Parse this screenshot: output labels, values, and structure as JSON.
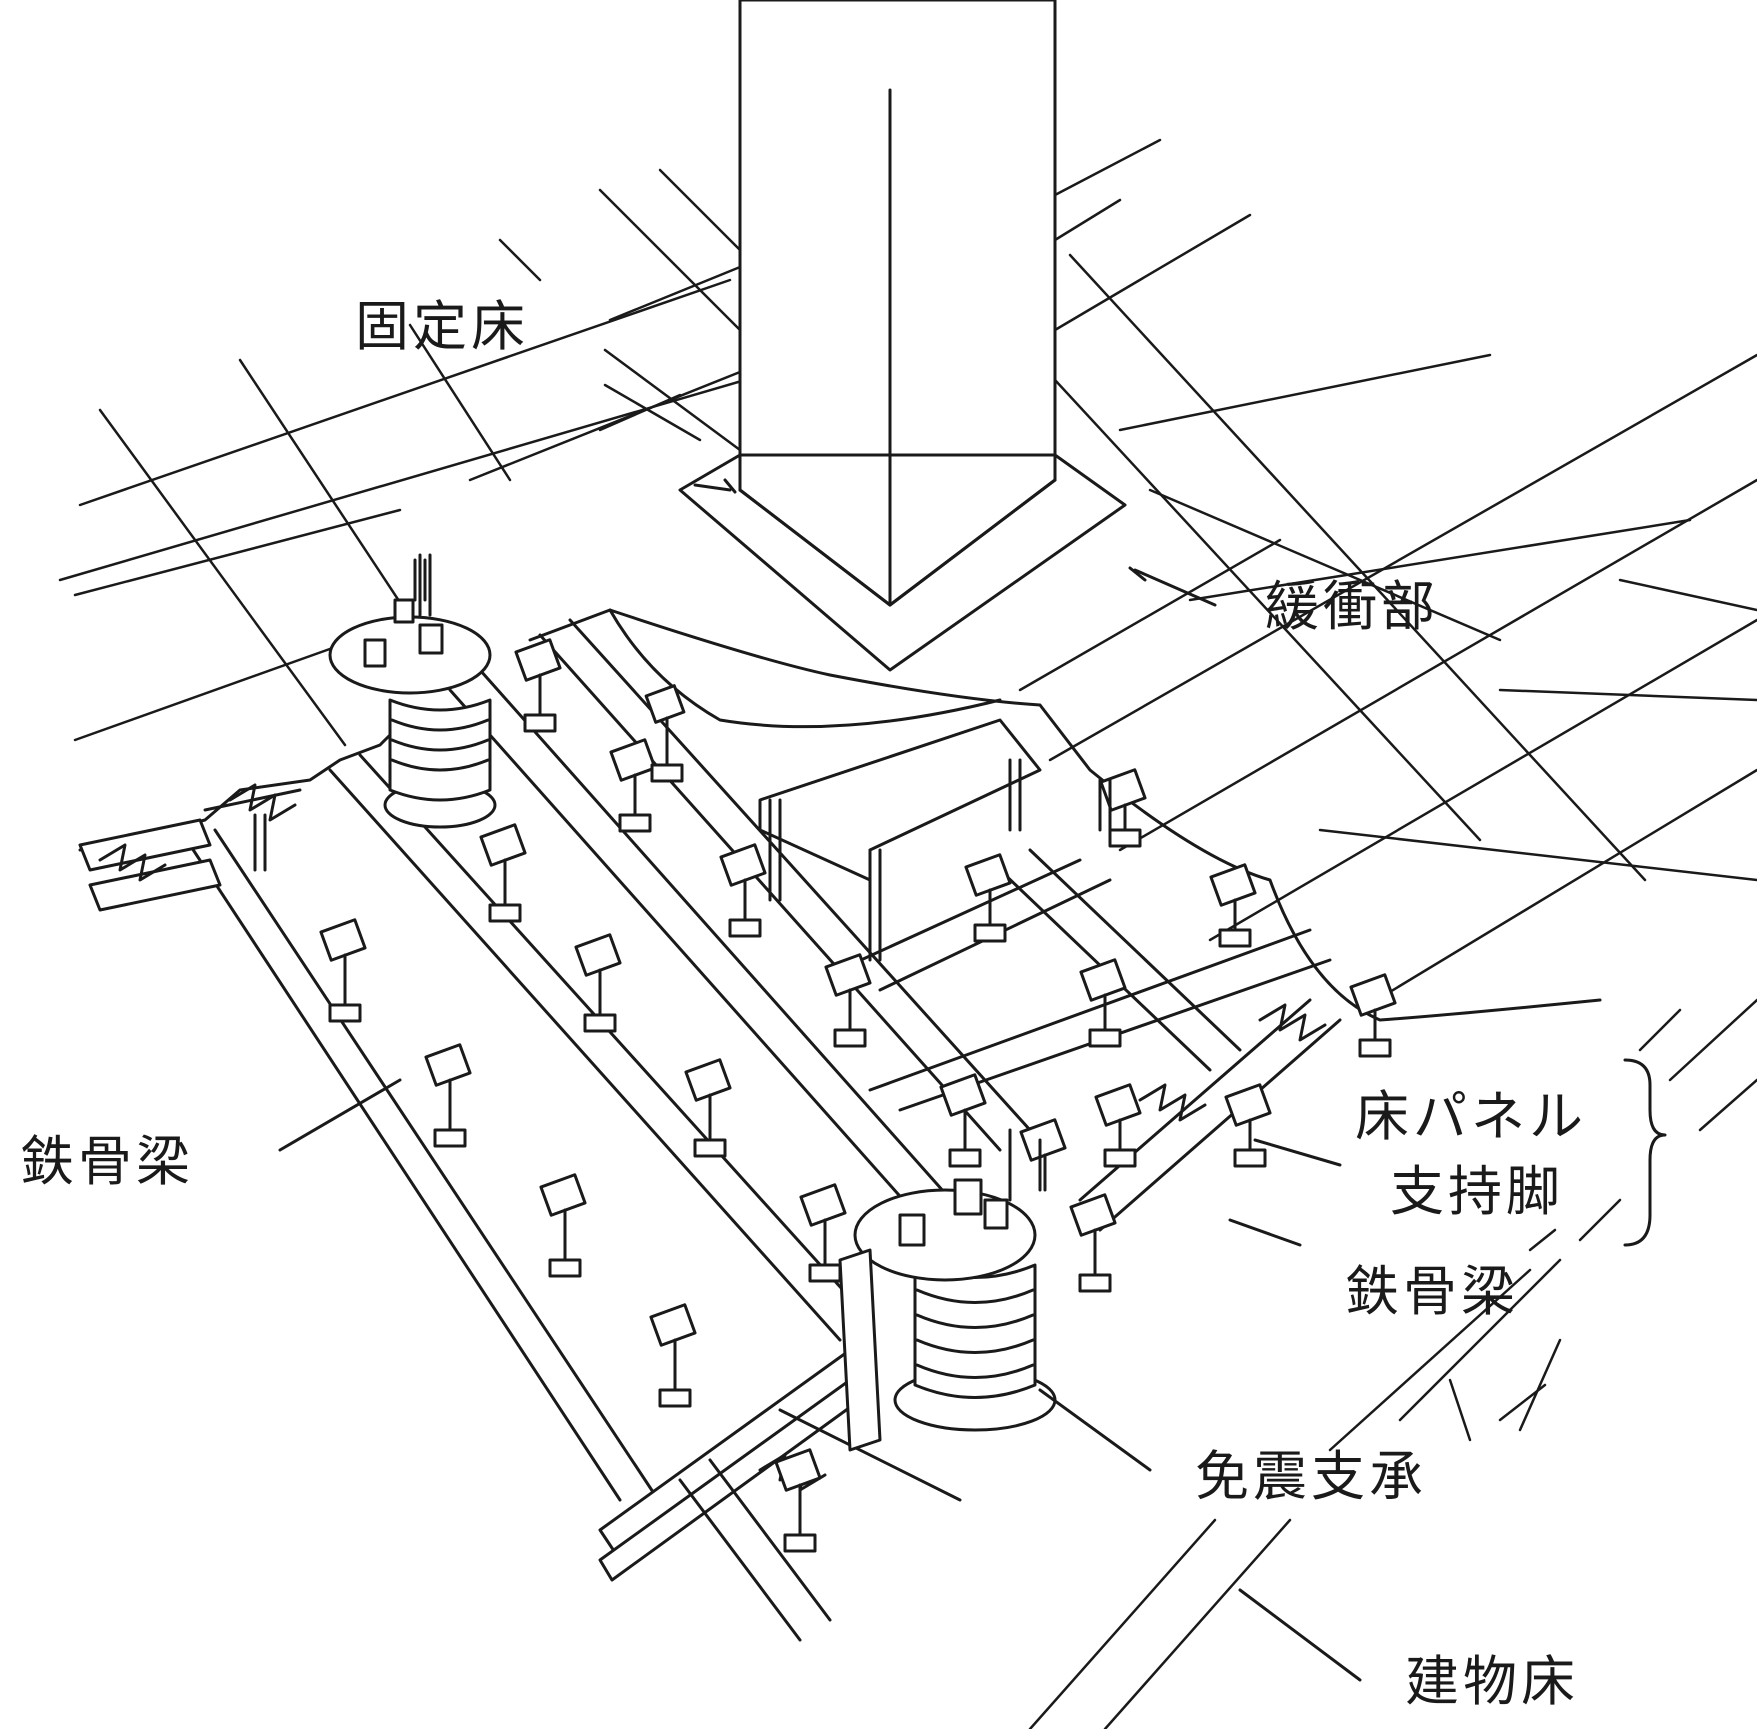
{
  "labels": {
    "fixed_floor": "固定床",
    "buffer_zone": "緩衝部",
    "steel_beam_left": "鉄骨梁",
    "floor_panel_line1": "床パネル",
    "floor_panel_line2": "支持脚",
    "steel_beam_right": "鉄骨梁",
    "isolation_bearing": "免震支承",
    "building_floor": "建物床"
  },
  "colors": {
    "ink": "#1a1a1a",
    "paper": "#ffffff"
  }
}
